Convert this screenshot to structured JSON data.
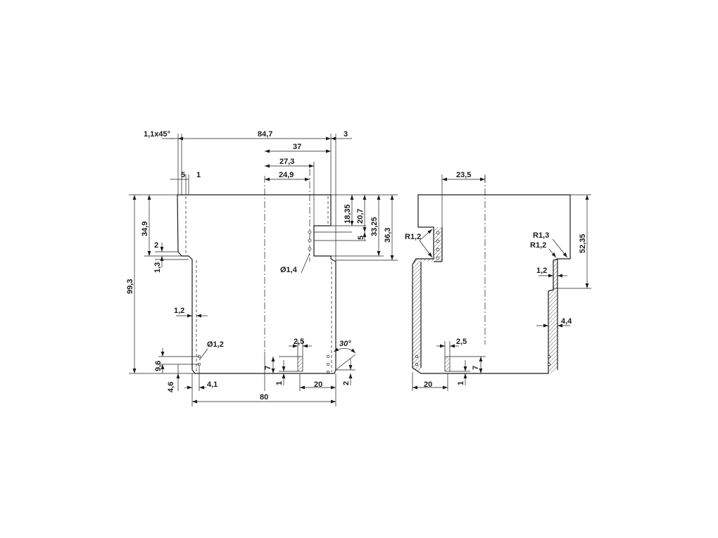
{
  "front_view": {
    "dims": {
      "chamfer": "1,1x45°",
      "overall_width_top": "84,7",
      "right_offset": "3",
      "d37": "37",
      "d27_3": "27,3",
      "d24_9": "24,9",
      "d5_top": "5",
      "d1_top": "1",
      "d18_35": "18,35",
      "d20_7": "20,7",
      "d33_25": "33,25",
      "d36_3": "36,3",
      "d5_right": "5",
      "d34_9": "34,9",
      "d2": "2",
      "d1_3": "1,3",
      "d99_3": "99,3",
      "hole_1_4": "Ø1,4",
      "wall_1_2": "1,2",
      "hole_1_2": "Ø1,2",
      "d9_6": "9,6",
      "d4_6": "4,6",
      "d4_1": "4,1",
      "slot_2_5": "2,5",
      "angle_30": "30°",
      "d7": "7",
      "d1_bottom": "1",
      "d20": "20",
      "d2_right": "2",
      "width_80": "80"
    }
  },
  "side_view": {
    "dims": {
      "d23_5": "23,5",
      "r1_2_left": "R1,2",
      "r1_3": "R1,3",
      "r1_2_right": "R1,2",
      "d52_35": "52,35",
      "wall_1_2": "1,2",
      "d4_4": "4,4",
      "slot_2_5": "2,5",
      "d20": "20",
      "d1": "1",
      "d7": "7"
    }
  }
}
